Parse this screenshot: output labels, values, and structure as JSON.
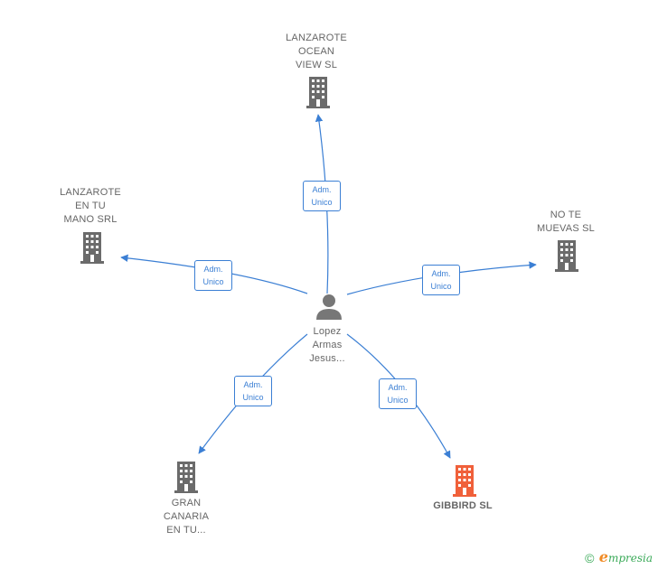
{
  "center": {
    "name_lines": [
      "Lopez",
      "Armas",
      "Jesus..."
    ],
    "icon": "person-icon",
    "color": "#777777"
  },
  "companies": [
    {
      "id": "lanzarote-ocean-view",
      "name_lines": [
        "LANZAROTE",
        "OCEAN",
        "VIEW SL"
      ],
      "color": "#6b6b6b",
      "icon": "building-icon"
    },
    {
      "id": "lanzarote-en-tu-mano",
      "name_lines": [
        "LANZAROTE",
        "EN TU",
        "MANO SRL"
      ],
      "color": "#6b6b6b",
      "icon": "building-icon"
    },
    {
      "id": "no-te-muevas",
      "name_lines": [
        "NO TE",
        "MUEVAS SL"
      ],
      "color": "#6b6b6b",
      "icon": "building-icon"
    },
    {
      "id": "gran-canaria",
      "name_lines": [
        "GRAN",
        "CANARIA",
        "EN TU..."
      ],
      "color": "#6b6b6b",
      "icon": "building-icon"
    },
    {
      "id": "gibbird",
      "name_lines": [
        "GIBBIRD SL"
      ],
      "color": "#f0603a",
      "icon": "building-icon"
    }
  ],
  "edges": [
    {
      "to": "lanzarote-ocean-view",
      "label_lines": [
        "Adm.",
        "Unico"
      ]
    },
    {
      "to": "lanzarote-en-tu-mano",
      "label_lines": [
        "Adm.",
        "Unico"
      ]
    },
    {
      "to": "no-te-muevas",
      "label_lines": [
        "Adm.",
        "Unico"
      ]
    },
    {
      "to": "gran-canaria",
      "label_lines": [
        "Adm.",
        "Unico"
      ]
    },
    {
      "to": "gibbird",
      "label_lines": [
        "Adm.",
        "Unico"
      ]
    }
  ],
  "edge_color": "#3b7fd4",
  "footer": {
    "copyright_symbol": "©",
    "brand_initial": "e",
    "brand_rest": "mpresia"
  }
}
